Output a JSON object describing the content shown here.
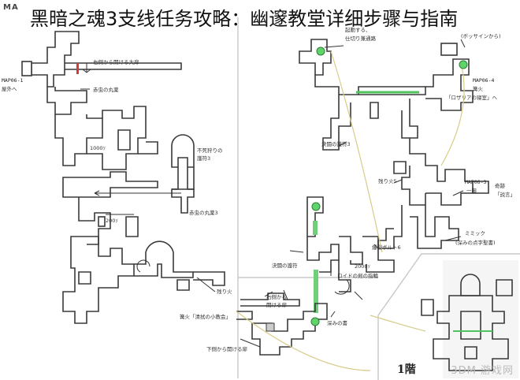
{
  "page": {
    "title": "黑暗之魂3支线任务攻略：幽邃教堂详细步骤与指南",
    "map_code": "MA",
    "floor_label": "1階",
    "watermark": "3DM 游戏网"
  },
  "labels": {
    "map_exit_1": "MAP06-1",
    "outside": "屋外へ",
    "right_open_door": "右側から開ける大扉",
    "beetle_pill_1": "赤虫の丸薬",
    "soul_1000": "1000ｿ",
    "undead_charm": "不死狩りの\n護符3",
    "beetle_pill_3": "赤虫の丸薬3",
    "soul_200": "200ｿ",
    "dragon_chaser_1": "起動する、",
    "dragon_chaser_2": "仕切り兼通路",
    "map_exit_4": "MAP06-4",
    "bonfire_1": "篝火",
    "rosaria_room": "「ロザリアの寝室」へ",
    "gesture_1": "(ボッサインから)",
    "resolve_charm_upper": "決闘の護符3",
    "rope_1": "残り火5",
    "map_exit_3": "MAP06-3",
    "one_floor": "一階",
    "gesture_2": "奇跡",
    "gesture_3": "「説言」",
    "mimic_1": "ミミック",
    "mimic_2": "(深みの点字聖書)",
    "firebomb": "爆裂ボルト6",
    "resolve_charm_lower": "決闘の護符",
    "soul_2000": "2000ｿ",
    "lloyd_ring": "ロイドの剣の指輪",
    "embers": "残り火",
    "right_open_door_2": "右側から\n開ける扉",
    "bonfire_2": "篝火「清拭の小教会」",
    "deep_scripture": "深みの書",
    "lower_open_door": "下側から開ける扉"
  }
}
